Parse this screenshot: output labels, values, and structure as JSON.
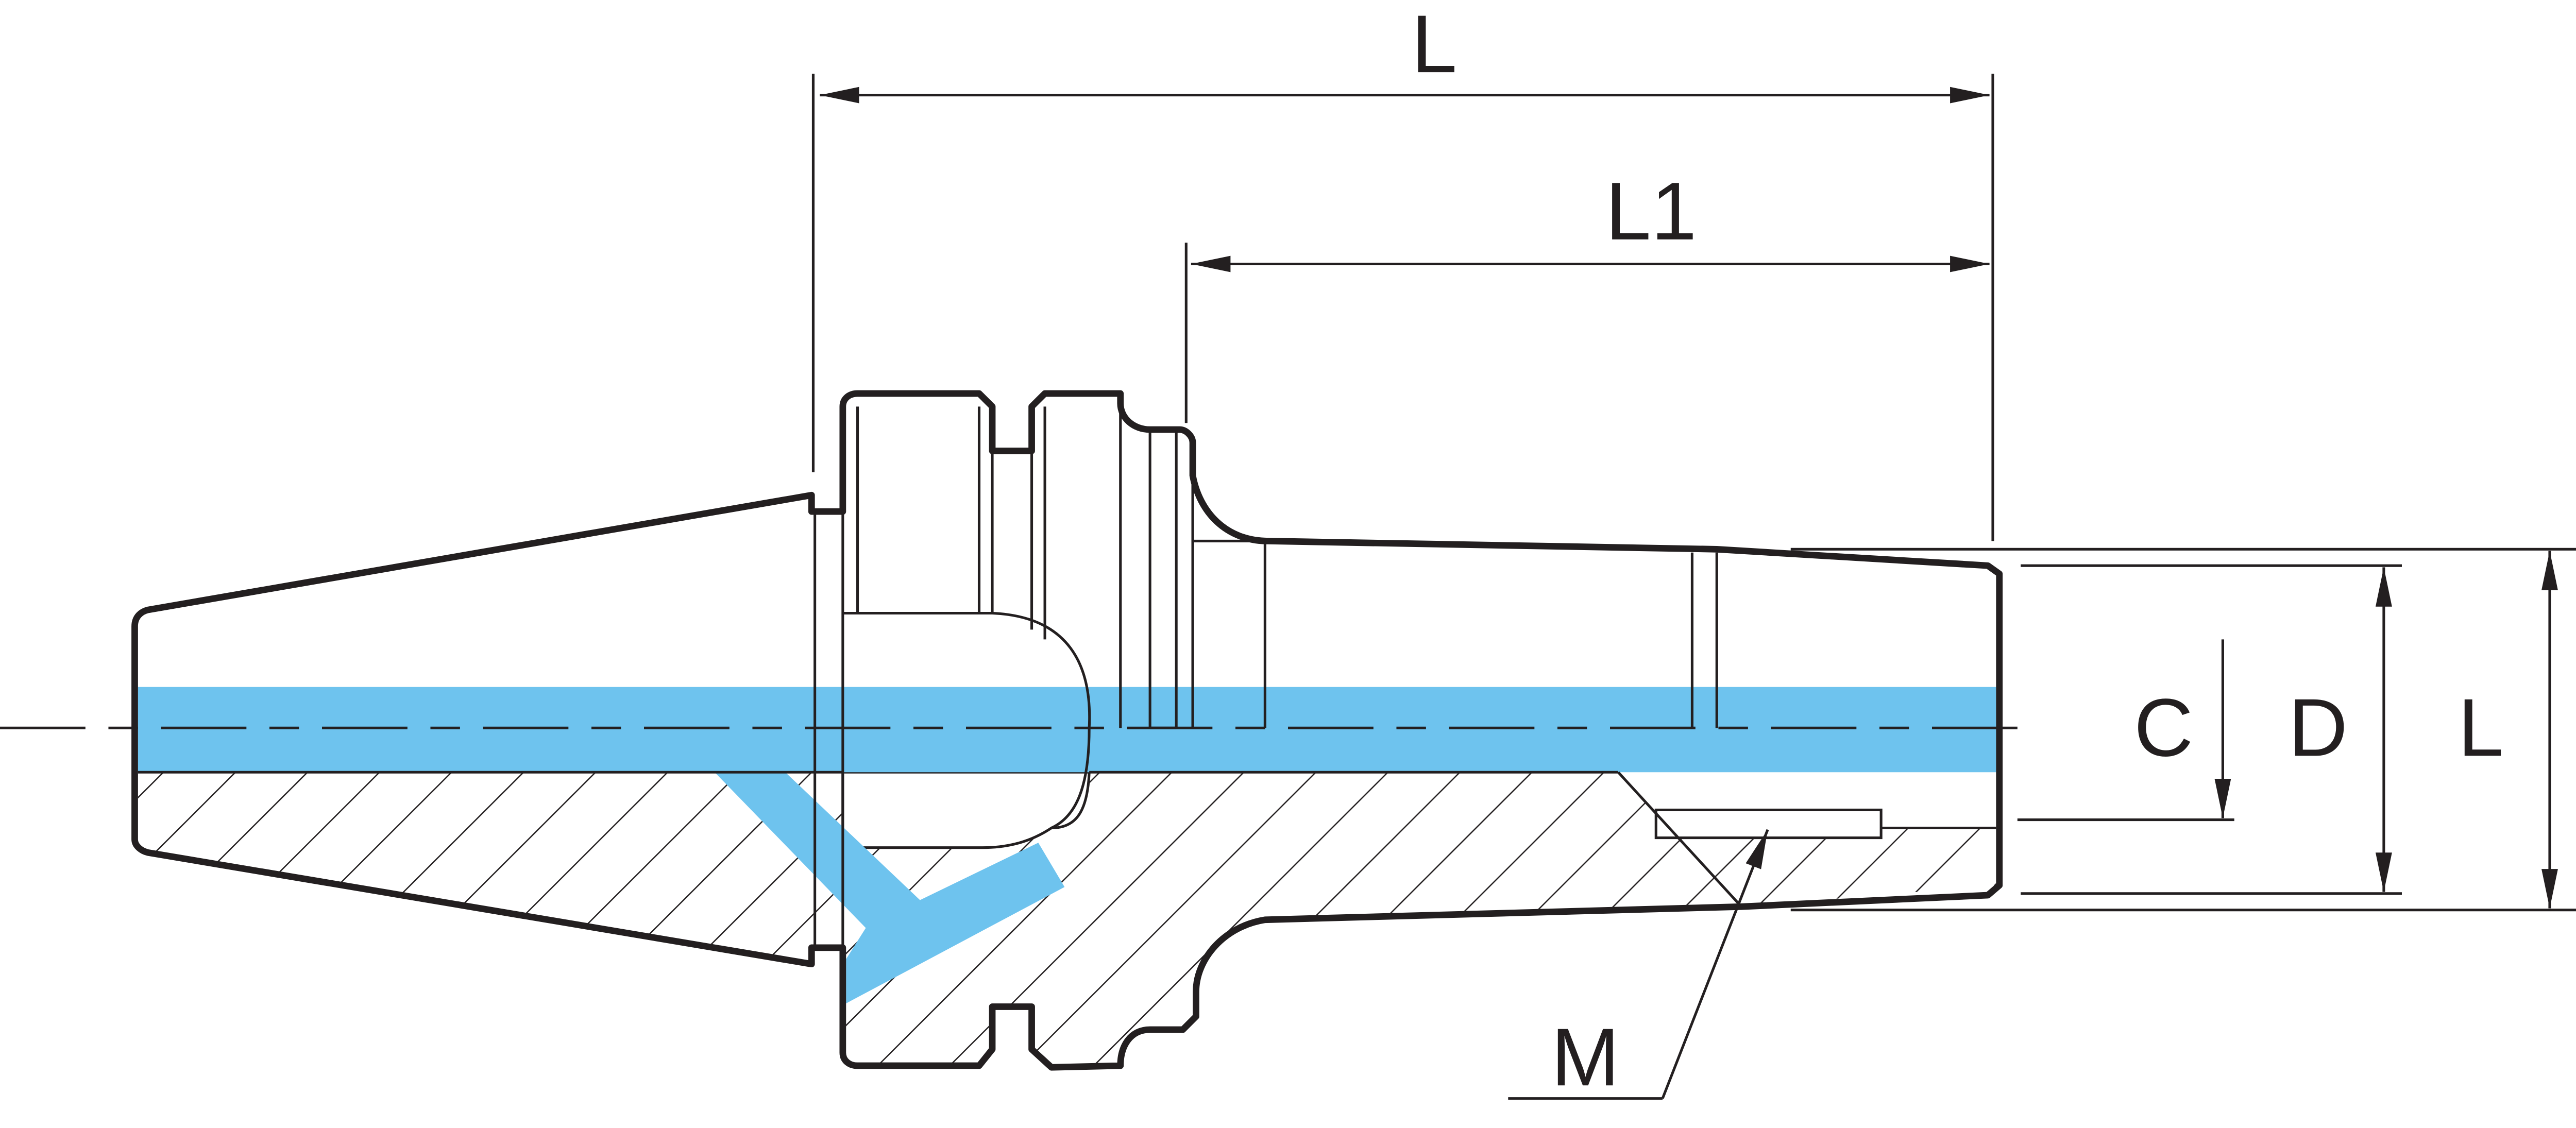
{
  "diagram": {
    "labels": {
      "overall_length": "L",
      "gauge_length": "L1",
      "bore_diameter": "C",
      "body_diameter": "D",
      "end_diameter": "L",
      "thread": "M"
    },
    "colors": {
      "coolant": "#6EC3EE",
      "line": "#231F20"
    }
  }
}
